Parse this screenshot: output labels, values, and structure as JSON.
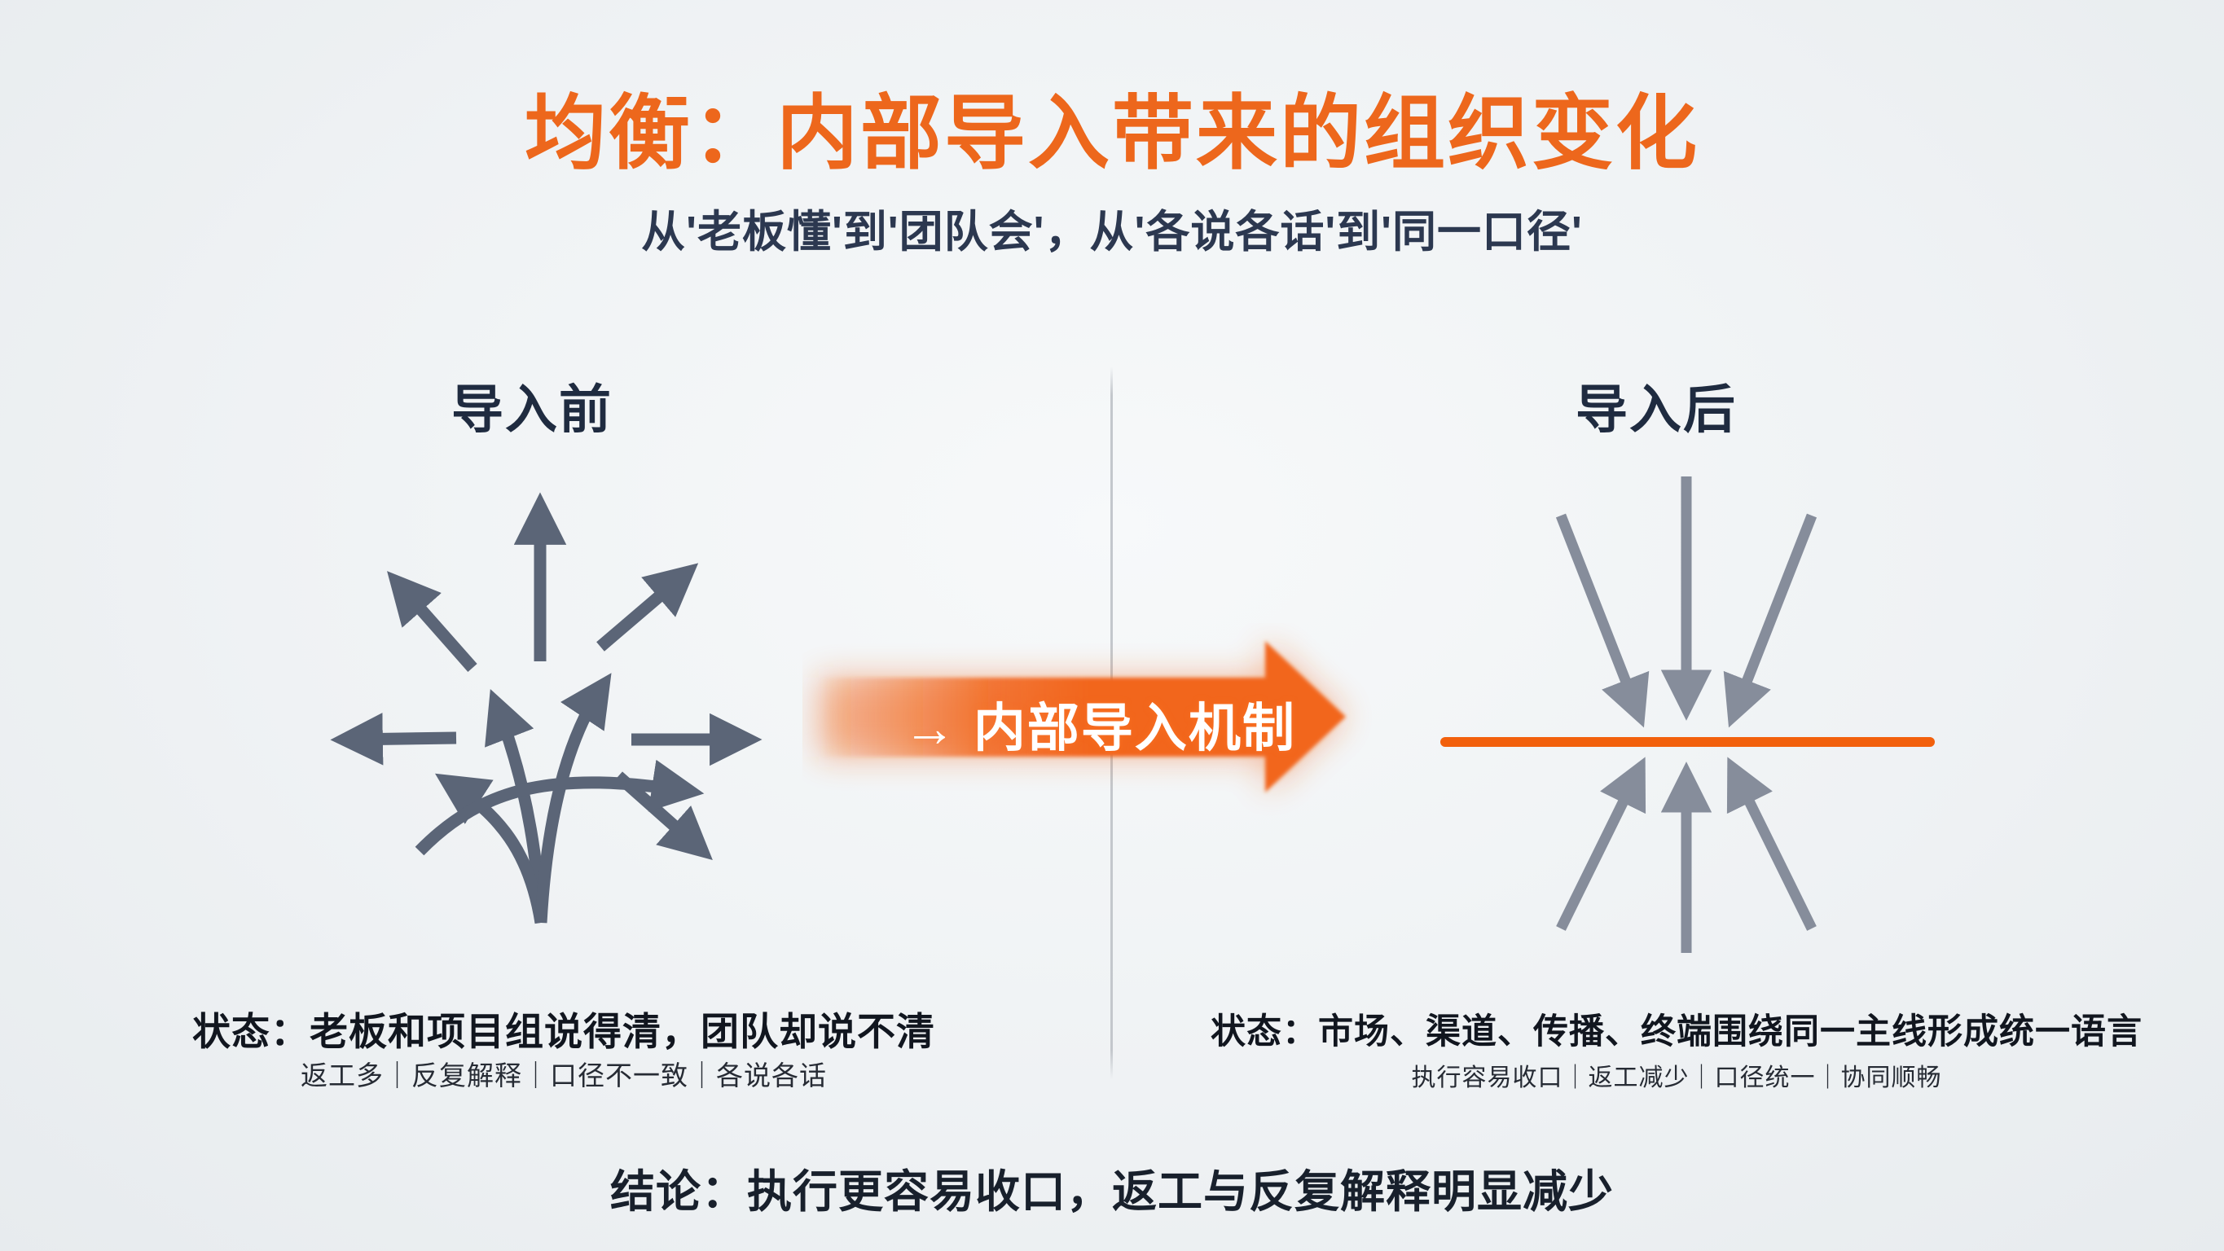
{
  "slide": {
    "title": "均衡：内部导入带来的组织变化",
    "subtitle": "从'老板懂'到'团队会'，从'各说各话'到'同一口径'",
    "conclusion": "结论：执行更容易收口，返工与反复解释明显减少"
  },
  "before_panel": {
    "header": "导入前",
    "status_bold": "状态：老板和项目组说得清，团队却说不清",
    "status_tags": "返工多｜反复解释｜口径不一致｜各说各话",
    "icon": "divergent-arrows"
  },
  "transition_arrow": {
    "label": "→ 内部导入机制",
    "icon": "orange-right-arrow-banner"
  },
  "after_panel": {
    "header": "导入后",
    "status_bold": "状态：市场、渠道、传播、终端围绕同一主线形成统一语言",
    "status_tags": "执行容易收口｜返工减少｜口径统一｜协同顺畅",
    "icon": "convergent-arrows-to-baseline"
  },
  "colors": {
    "title_orange": "#ed671c",
    "banner_orange": "#f2661c",
    "baseline_orange": "#f2600c",
    "divergent_arrow_gray": "#5b6577",
    "convergent_arrow_gray": "#868d9b",
    "heading_navy": "#1f2b40",
    "body_text_dark": "#11161f",
    "divider_gray": "#c3c7cc"
  }
}
